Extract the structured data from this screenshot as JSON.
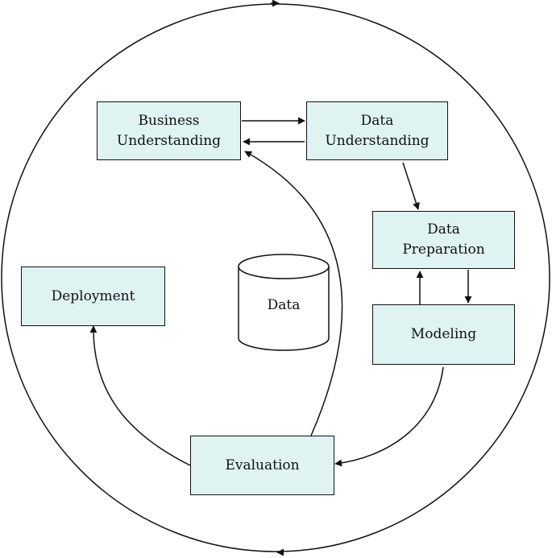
{
  "diagram": {
    "nodes": {
      "business": "Business\nUnderstanding",
      "data_understanding": "Data\nUnderstanding",
      "data_preparation": "Data\nPreparation",
      "modeling": "Modeling",
      "evaluation": "Evaluation",
      "deployment": "Deployment",
      "data_store": "Data"
    },
    "colors": {
      "box_fill": "#dff3f3",
      "stroke": "#111111"
    }
  }
}
